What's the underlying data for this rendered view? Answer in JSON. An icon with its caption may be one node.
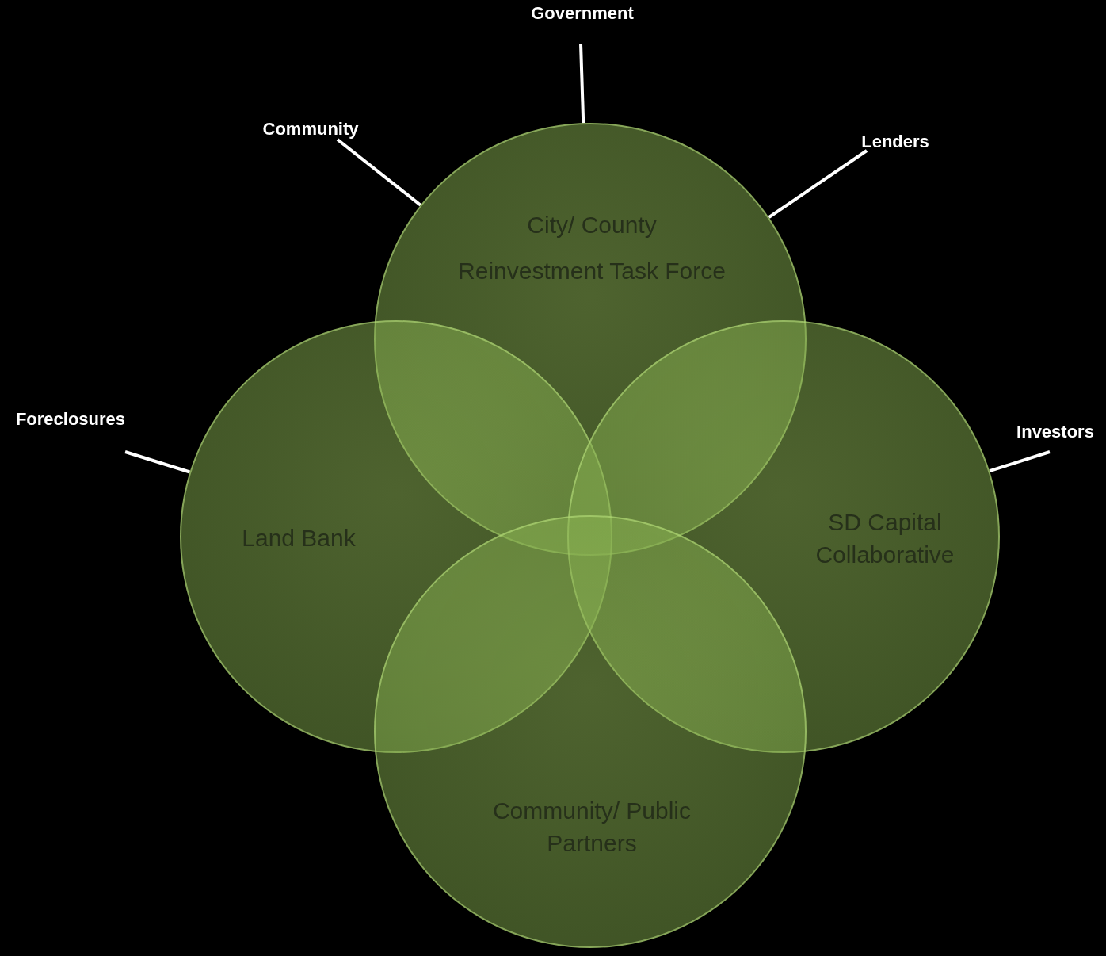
{
  "diagram": {
    "nodes": [
      {
        "text": [
          "Government"
        ]
      },
      {
        "text": [
          "Community"
        ]
      },
      {
        "text": [
          "Lenders"
        ]
      },
      {
        "text": [
          "City/ County",
          "Reinvestment Task Force"
        ]
      },
      {
        "text": [
          "Foreclosures"
        ]
      },
      {
        "text": [
          "Investors"
        ]
      },
      {
        "text": [
          "Land Bank"
        ]
      },
      {
        "text": [
          "SD Capital Collaborative"
        ]
      },
      {
        "text": [
          "Community/ Public Partners"
        ]
      }
    ],
    "edges": [
      {
        "from": 0,
        "to": 3,
        "arrow": "none"
      },
      {
        "from": 1,
        "to": 3,
        "arrow": "none"
      },
      {
        "from": 2,
        "to": 3,
        "arrow": "none"
      },
      {
        "from": 4,
        "to": 6,
        "arrow": "none"
      },
      {
        "from": 5,
        "to": 7,
        "arrow": "none"
      }
    ]
  }
}
